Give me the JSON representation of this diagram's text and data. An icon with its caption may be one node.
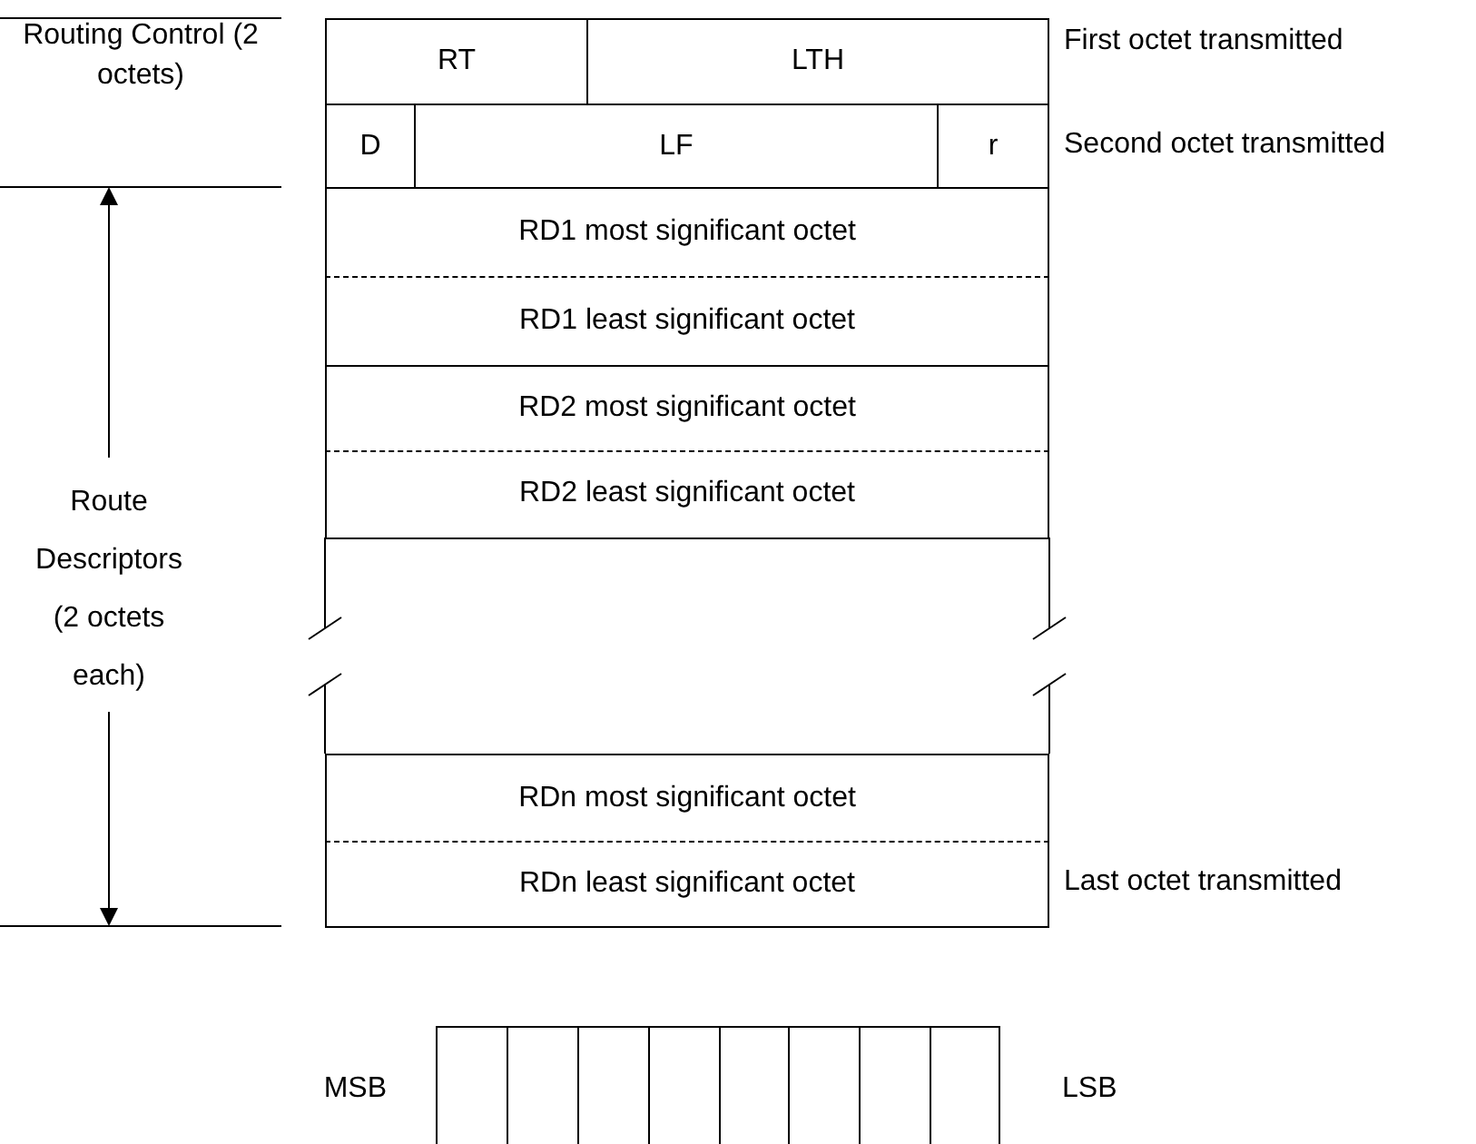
{
  "diagram": {
    "nodes": [
      {
        "text": [
          "RT"
        ]
      },
      {
        "text": [
          "LTH"
        ]
      },
      {
        "text": [
          "D"
        ]
      },
      {
        "text": [
          "LF"
        ]
      },
      {
        "text": [
          "r"
        ]
      },
      {
        "text": [
          "RD1 most significant octet"
        ]
      },
      {
        "text": [
          "RD1 least significant octet"
        ]
      },
      {
        "text": [
          "RD2 most significant octet"
        ]
      },
      {
        "text": [
          "RD2 least significant octet"
        ]
      },
      {
        "text": [
          "RDn most significant octet"
        ]
      },
      {
        "text": [
          "RDn least significant octet"
        ]
      },
      {
        "text": [],
        "shape": "box"
      },
      {
        "text": [],
        "shape": "box"
      },
      {
        "text": [],
        "shape": "box"
      },
      {
        "text": [],
        "shape": "box"
      },
      {
        "text": [],
        "shape": "box"
      },
      {
        "text": [],
        "shape": "box"
      },
      {
        "text": [],
        "shape": "box"
      },
      {
        "text": [],
        "shape": "box"
      }
    ],
    "labels": [
      "Routing Control (2 octets)",
      "First octet transmitted",
      "Second octet transmitted",
      "Route Descriptors (2 octets each)",
      "Last octet transmitted",
      "MSB",
      "LSB"
    ]
  }
}
